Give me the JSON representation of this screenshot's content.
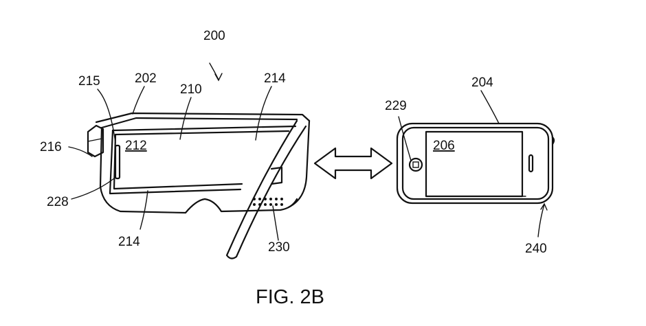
{
  "labels": {
    "l200": "200",
    "l202": "202",
    "l204": "204",
    "l206": "206",
    "l210": "210",
    "l212": "212",
    "l214_top": "214",
    "l214_bottom": "214",
    "l215": "215",
    "l216": "216",
    "l228": "228",
    "l229": "229",
    "l230": "230",
    "l240": "240"
  },
  "caption": "FIG. 2B"
}
